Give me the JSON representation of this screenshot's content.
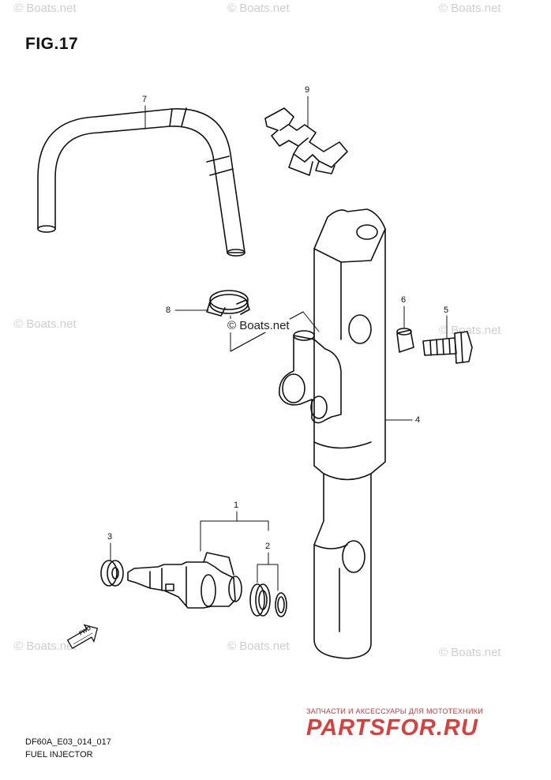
{
  "figure": {
    "title": "FIG.17",
    "code": "DF60A_E03_014_017",
    "caption": "FUEL INJECTOR"
  },
  "callouts": [
    "1",
    "2",
    "3",
    "4",
    "5",
    "6",
    "7",
    "8",
    "9"
  ],
  "watermark": "© Boats.net",
  "shop": {
    "tagline": "ЗАПЧАСТИ И АКСЕССУАРЫ ДЛЯ МОТОТЕХНИКИ",
    "logo": "PARTSFOR.RU"
  },
  "fwd_label": "FWD",
  "colors": {
    "line": "#111111",
    "watermark": "#cfcfcf",
    "shop_red": "#d9403c"
  }
}
